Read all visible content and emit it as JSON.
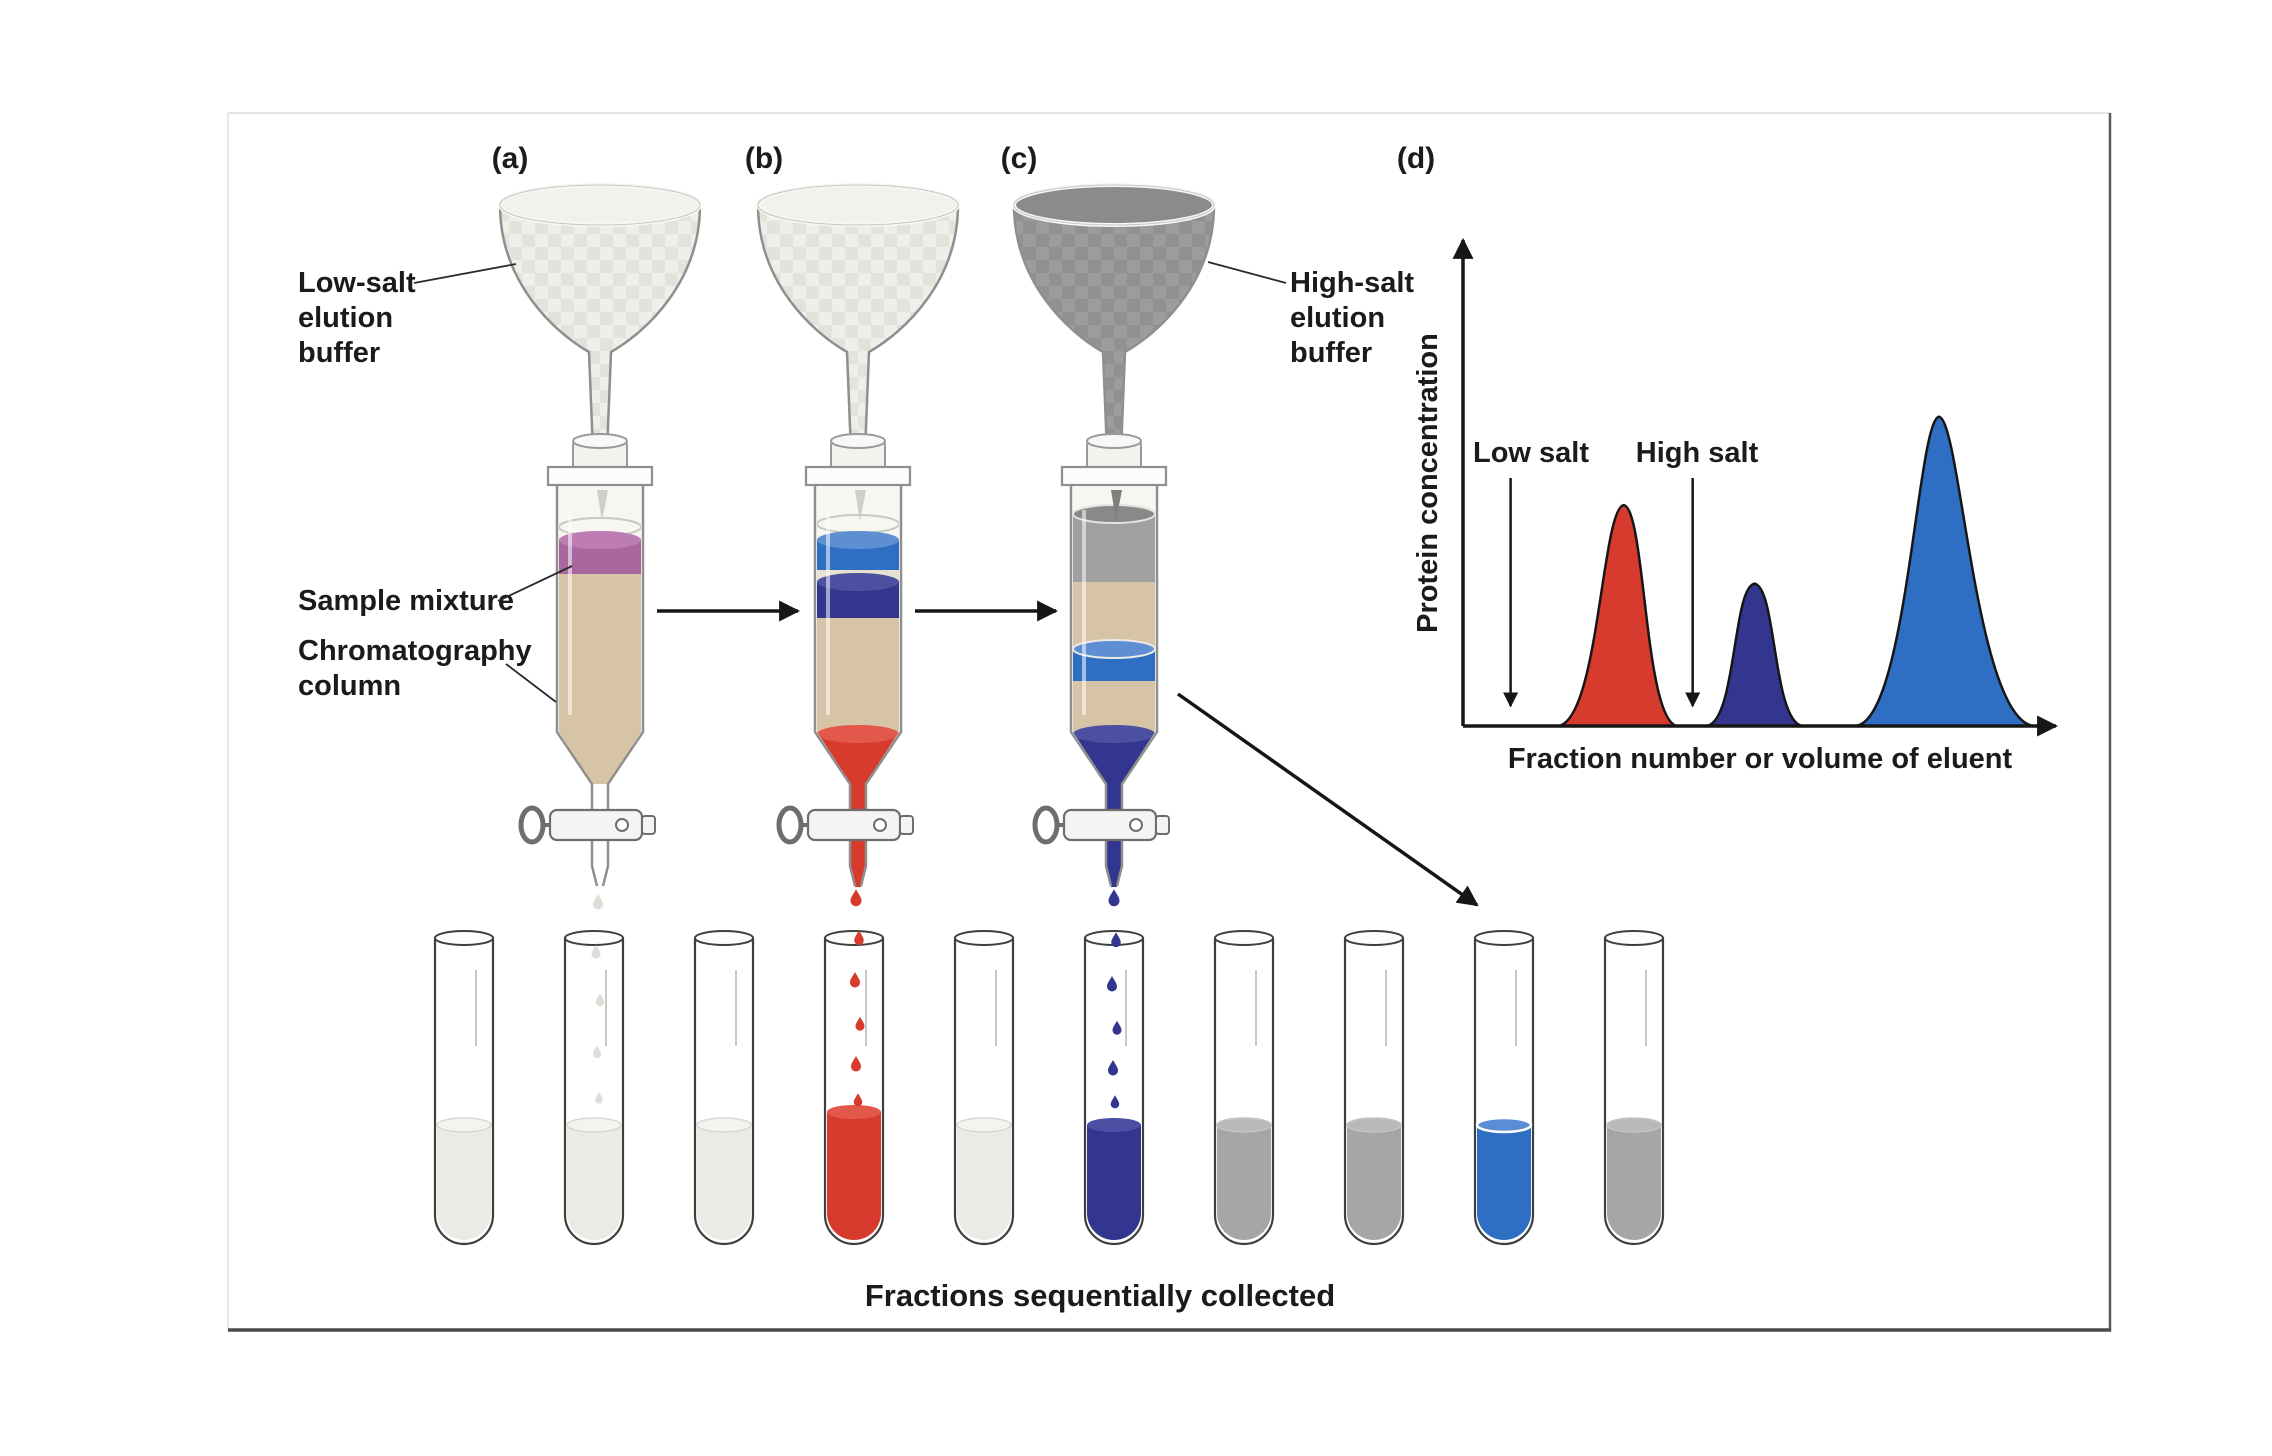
{
  "panel": {
    "a": "(a)",
    "b": "(b)",
    "c": "(c)",
    "d": "(d)"
  },
  "labels": {
    "low_salt_buffer": [
      "Low-salt",
      "elution",
      "buffer"
    ],
    "high_salt_buffer": [
      "High-salt",
      "elution",
      "buffer"
    ],
    "sample_mixture": "Sample mixture",
    "chromatography_column": [
      "Chromatography",
      "column"
    ],
    "caption": "Fractions sequentially collected"
  },
  "colors": {
    "red": "#d63b2e",
    "dark_blue": "#33368e",
    "blue": "#2f6fc3",
    "purple": "#a8679f",
    "tan": "#d7c4a6",
    "gray_buffer": "#a0a0a0",
    "light_buffer": "#efeeea"
  },
  "tubes": [
    {
      "fill": "#ebebe5",
      "surface": "#f4f4ef"
    },
    {
      "fill": "#ebebe5",
      "surface": "#f4f4ef"
    },
    {
      "fill": "#ebebe5",
      "surface": "#f4f4ef"
    },
    {
      "fill": "#d63b2e",
      "surface": "#e2584a"
    },
    {
      "fill": "#ebebe5",
      "surface": "#f4f4ef"
    },
    {
      "fill": "#33368e",
      "surface": "#4c50a2"
    },
    {
      "fill": "#a6a6a6",
      "surface": "#b9b9b8"
    },
    {
      "fill": "#a6a6a6",
      "surface": "#b9b9b8"
    },
    {
      "fill": "#2f6fc3",
      "surface": "#5a8ed4"
    },
    {
      "fill": "#a6a6a6",
      "surface": "#b9b9b8"
    }
  ],
  "chart_data": {
    "type": "area",
    "xlabel": "Fraction number or volume of eluent",
    "ylabel": "Protein concentration",
    "x_ticks": [],
    "y_ticks": [],
    "grid": false,
    "legend": "none",
    "annotations": [
      {
        "label": "Low salt",
        "x_frac": 0.08
      },
      {
        "label": "High salt",
        "x_frac": 0.386
      }
    ],
    "series": [
      {
        "name": "first protein peak (eluted at low salt)",
        "color": "#d63b2e",
        "apex_x_frac": 0.27,
        "apex_height_frac": 0.45,
        "base_start_frac": 0.16,
        "base_end_frac": 0.36
      },
      {
        "name": "second protein peak (eluted at high salt)",
        "color": "#33368e",
        "apex_x_frac": 0.49,
        "apex_height_frac": 0.29,
        "base_start_frac": 0.41,
        "base_end_frac": 0.57
      },
      {
        "name": "third protein peak (eluted at high salt)",
        "color": "#2f6fc3",
        "apex_x_frac": 0.8,
        "apex_height_frac": 0.63,
        "base_start_frac": 0.66,
        "base_end_frac": 0.96
      }
    ]
  }
}
